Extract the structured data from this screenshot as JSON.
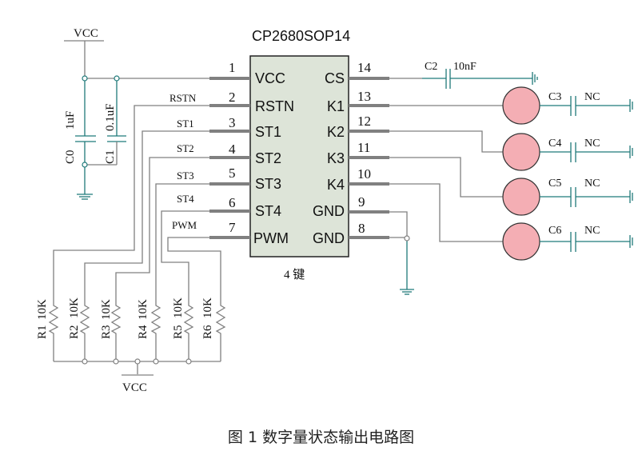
{
  "chip": {
    "name": "CP2680SOP14",
    "subtitle": "4 键",
    "left_pins": [
      {
        "num": "1",
        "label": "VCC",
        "net": ""
      },
      {
        "num": "2",
        "label": "RSTN",
        "net": "RSTN"
      },
      {
        "num": "3",
        "label": "ST1",
        "net": "ST1"
      },
      {
        "num": "4",
        "label": "ST2",
        "net": "ST2"
      },
      {
        "num": "5",
        "label": "ST3",
        "net": "ST3"
      },
      {
        "num": "6",
        "label": "ST4",
        "net": "ST4"
      },
      {
        "num": "7",
        "label": "PWM",
        "net": "PWM"
      }
    ],
    "right_pins": [
      {
        "num": "14",
        "label": "CS"
      },
      {
        "num": "13",
        "label": "K1"
      },
      {
        "num": "12",
        "label": "K2"
      },
      {
        "num": "11",
        "label": "K3"
      },
      {
        "num": "10",
        "label": "K4"
      },
      {
        "num": "9",
        "label": "GND"
      },
      {
        "num": "8",
        "label": "GND"
      }
    ]
  },
  "power": {
    "vcc_top": "VCC",
    "vcc_bottom": "VCC"
  },
  "capacitors": [
    {
      "ref": "C0",
      "value": "1uF"
    },
    {
      "ref": "C1",
      "value": "0.1uF"
    },
    {
      "ref": "C2",
      "value": "10nF"
    },
    {
      "ref": "C3",
      "value": "NC"
    },
    {
      "ref": "C4",
      "value": "NC"
    },
    {
      "ref": "C5",
      "value": "NC"
    },
    {
      "ref": "C6",
      "value": "NC"
    }
  ],
  "resistors": [
    {
      "ref": "R1",
      "value": "10K"
    },
    {
      "ref": "R2",
      "value": "10K"
    },
    {
      "ref": "R3",
      "value": "10K"
    },
    {
      "ref": "R4",
      "value": "10K"
    },
    {
      "ref": "R5",
      "value": "10K"
    },
    {
      "ref": "R6",
      "value": "10K"
    }
  ],
  "colors": {
    "wire": "#808080",
    "power_wire": "#1f7a7a",
    "touch_pad": "#f4aeb4",
    "chip_body": "#dde4d8"
  },
  "caption": "图 1 数字量状态输出电路图"
}
